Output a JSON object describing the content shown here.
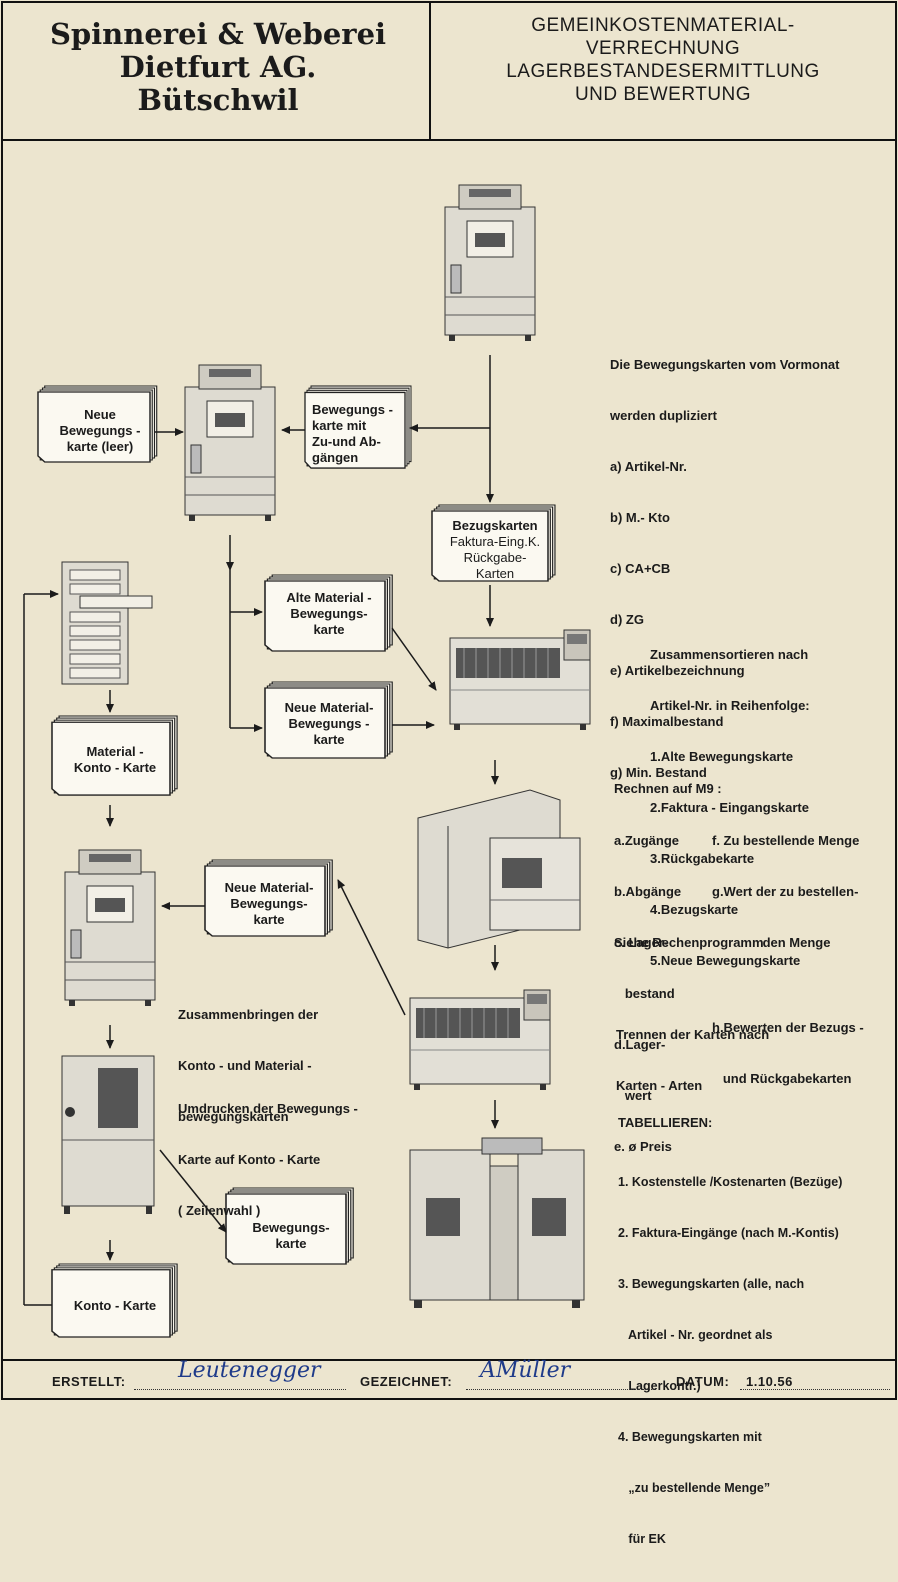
{
  "header": {
    "company": [
      "Spinnerei & Weberei",
      "Dietfurt AG.",
      "Bütschwil"
    ],
    "title": [
      "GEMEINKOSTENMATERIAL-",
      "VERRECHNUNG",
      "LAGERBESTANDESERMITTLUNG",
      "UND BEWERTUNG"
    ]
  },
  "cards": {
    "neue_bewegungskarte": [
      "Neue",
      "Bewegungs -",
      "karte (leer)"
    ],
    "bewegungskarte_zu_ab": [
      "Bewegungs -",
      "karte mit",
      "Zu-und Ab-",
      "gängen"
    ],
    "bezugskarten": [
      "Bezugskarten",
      "Faktura-Eing.K.",
      "Rückgabe-",
      "Karten"
    ],
    "alte_material": [
      "Alte Material -",
      "Bewegungs-",
      "karte"
    ],
    "neue_material_1": [
      "Neue Material-",
      "Bewegungs -",
      "karte"
    ],
    "material_konto": [
      "Material -",
      "Konto - Karte"
    ],
    "neue_material_2": [
      "Neue Material-",
      "Bewegungs-",
      "karte"
    ],
    "bewegungskarte": [
      "Bewegungs-",
      "karte"
    ],
    "konto_karte": [
      "Konto - Karte"
    ]
  },
  "notes": {
    "duplizieren": [
      "Die Bewegungskarten vom Vormonat",
      "werden dupliziert",
      "a) Artikel-Nr.",
      "b) M.- Kto",
      "c) CA+CB",
      "d) ZG",
      "e) Artikelbezeichnung",
      "f) Maximalbestand",
      "g) Min. Bestand"
    ],
    "sortieren": [
      "Zusammensortieren nach",
      "Artikel-Nr. in Reihenfolge:",
      "1.Alte Bewegungskarte",
      "2.Faktura - Eingangskarte",
      "3.Rückgabekarte",
      "4.Bezugskarte",
      "5.Neue Bewegungskarte"
    ],
    "rechnen_title": "Rechnen auf M9 :",
    "rechnen_left": [
      "a.Zugänge",
      "b.Abgänge",
      "c. Lager-",
      "   bestand",
      "d.Lager-",
      "   wert",
      "e. ø Preis"
    ],
    "rechnen_right": [
      "f. Zu bestellende Menge",
      "g.Wert der zu bestellen-",
      "              den Menge",
      "",
      "h.Bewerten der Bezugs -",
      "   und Rückgabekarten"
    ],
    "rechenprogramm": "Siehe Rechenprogramm",
    "zusammenbringen": [
      "Zusammenbringen der",
      "Konto - und Material -",
      "bewegungskarten"
    ],
    "trennen": [
      "Trennen der Karten nach",
      "Karten - Arten"
    ],
    "umdrucken": [
      "Umdrucken der Bewegungs -",
      "Karte auf Konto - Karte",
      "( Zeilenwahl )"
    ],
    "tabellieren_title": "TABELLIEREN:",
    "tabellieren": [
      "1. Kostenstelle /Kostenarten (Bezüge)",
      "2. Faktura-Eingänge (nach M.-Kontis)",
      "3. Bewegungskarten (alle, nach",
      "   Artikel - Nr. geordnet als",
      "   Lagerkontr.)",
      "4. Bewegungskarten mit",
      "   „zu bestellende Menge”",
      "   für EK"
    ]
  },
  "footer": {
    "erstellt_label": "ERSTELLT:",
    "erstellt_sig": "Leutenegger",
    "gezeichnet_label": "GEZEICHNET:",
    "gezeichnet_sig": "AMüller",
    "datum_label": "DATUM:",
    "datum_value": "1.10.56"
  }
}
